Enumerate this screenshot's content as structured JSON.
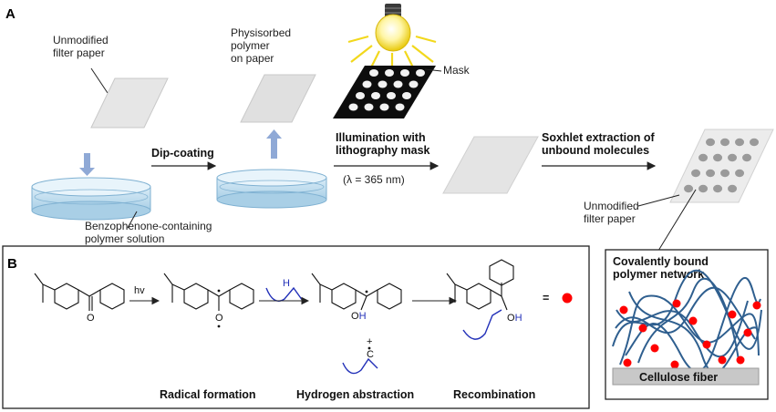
{
  "panel_a": {
    "label": "A",
    "unmodified_paper": "Unmodified\nfilter paper",
    "physisorbed": "Physisorbed\npolymer\non paper",
    "mask": "Mask",
    "dip_coating": "Dip-coating",
    "illumination": "Illumination with\nlithography mask",
    "wavelength": "(λ = 365 nm)",
    "soxhlet": "Soxhlet extraction of\nunbound molecules",
    "unmodified_paper_2": "Unmodified\nfilter paper",
    "solution": "Benzophenone-containing\npolymer solution"
  },
  "panel_b": {
    "label": "B",
    "hv": "hv",
    "H": "H",
    "OH": "OH",
    "plus": "+",
    "radical_formation": "Radical formation",
    "hydrogen_abstraction": "Hydrogen abstraction",
    "recombination": "Recombination",
    "equals": "="
  },
  "network": {
    "title": "Covalently bound\npolymer network",
    "fiber": "Cellulose fiber"
  },
  "colors": {
    "paper": "#e4e4e4",
    "dish_blue": "#bcdcee",
    "arrow_blue": "#8fa9d6",
    "polymer": "#2f5f8f",
    "crosslink": "#ff0000",
    "bulb": "#f5e13c",
    "fiber": "#c8c8c8",
    "hydrogen_chain": "#2230b8"
  }
}
